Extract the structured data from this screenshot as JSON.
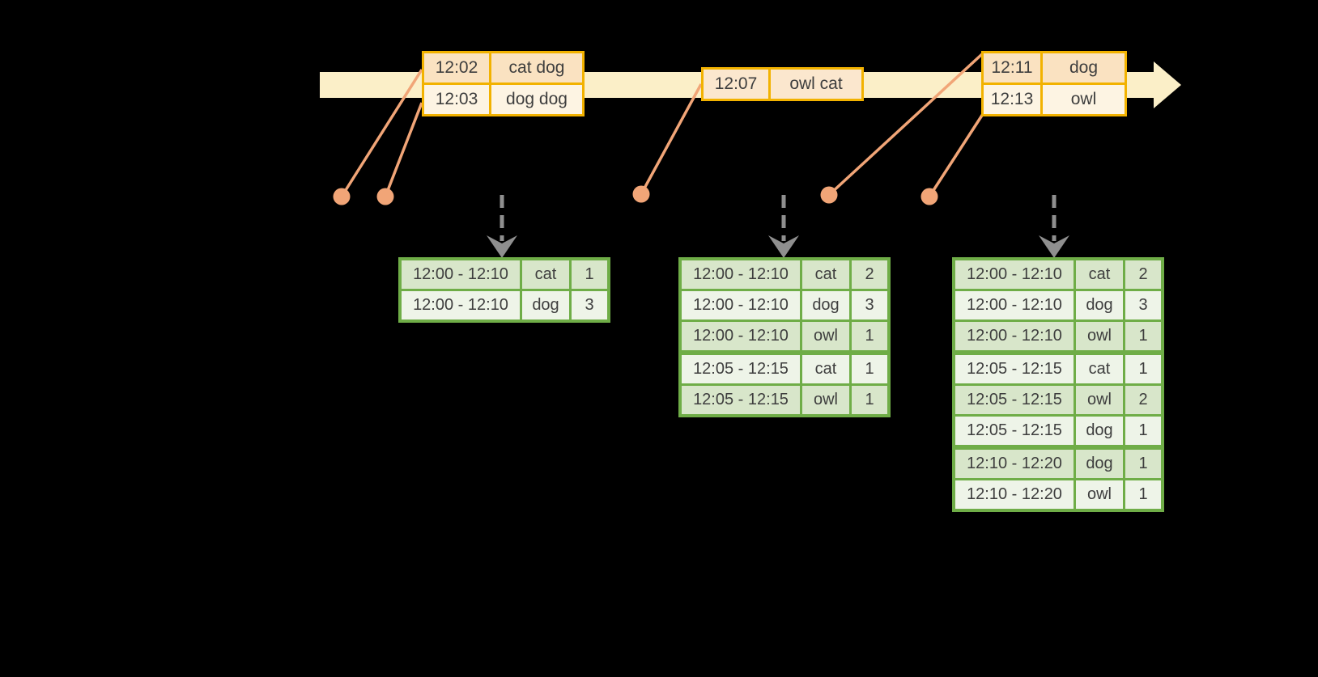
{
  "colors": {
    "background": "#000000",
    "timeline_band": "#FBEFC8",
    "event_table_border": "#F2B200",
    "event_row_dark": "#FAE2C1",
    "event_row_light": "#FDF4E3",
    "event_row_mid": "#FBE7CE",
    "connector_orange": "#F1A577",
    "result_table_border": "#6FAD47",
    "result_row_dark": "#D8E6CA",
    "result_row_light": "#EEF4E8",
    "trigger_arrow_gray": "#8F8F8F",
    "text": "#3E3E3E"
  },
  "event_tables": [
    {
      "rows": [
        {
          "time": "12:02",
          "words": "cat dog"
        },
        {
          "time": "12:03",
          "words": "dog dog"
        }
      ]
    },
    {
      "rows": [
        {
          "time": "12:07",
          "words": "owl cat"
        }
      ]
    },
    {
      "rows": [
        {
          "time": "12:11",
          "words": "dog"
        },
        {
          "time": "12:13",
          "words": "owl"
        }
      ]
    }
  ],
  "result_tables": [
    {
      "rows": [
        {
          "window": "12:00 - 12:10",
          "word": "cat",
          "count": "1"
        },
        {
          "window": "12:00 - 12:10",
          "word": "dog",
          "count": "3"
        }
      ]
    },
    {
      "rows": [
        {
          "window": "12:00 - 12:10",
          "word": "cat",
          "count": "2"
        },
        {
          "window": "12:00 - 12:10",
          "word": "dog",
          "count": "3"
        },
        {
          "window": "12:00 - 12:10",
          "word": "owl",
          "count": "1"
        },
        {
          "window": "12:05 - 12:15",
          "word": "cat",
          "count": "1"
        },
        {
          "window": "12:05 - 12:15",
          "word": "owl",
          "count": "1"
        }
      ]
    },
    {
      "rows": [
        {
          "window": "12:00 - 12:10",
          "word": "cat",
          "count": "2"
        },
        {
          "window": "12:00 - 12:10",
          "word": "dog",
          "count": "3"
        },
        {
          "window": "12:00 - 12:10",
          "word": "owl",
          "count": "1"
        },
        {
          "window": "12:05 - 12:15",
          "word": "cat",
          "count": "1"
        },
        {
          "window": "12:05 - 12:15",
          "word": "owl",
          "count": "2"
        },
        {
          "window": "12:05 - 12:15",
          "word": "dog",
          "count": "1"
        },
        {
          "window": "12:10 - 12:20",
          "word": "dog",
          "count": "1"
        },
        {
          "window": "12:10 - 12:20",
          "word": "owl",
          "count": "1"
        }
      ]
    }
  ]
}
